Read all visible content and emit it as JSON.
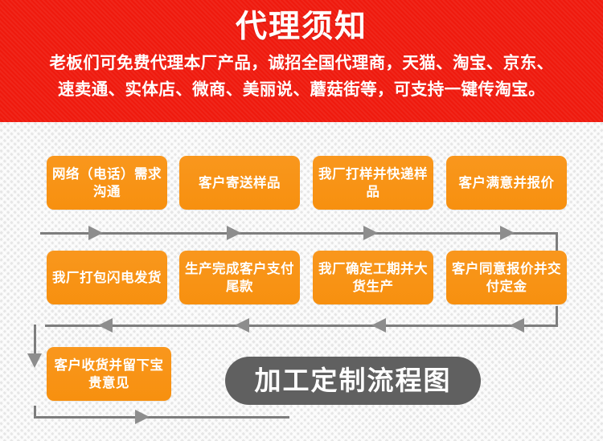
{
  "header": {
    "title": "代理须知",
    "subtitle_lines": [
      "老板们可免费代理本厂产品，诚招全国代理商，天猫、淘宝、京东、",
      "速卖通、实体店、微商、美丽说、蘑菇街等，可支持一键传淘宝。"
    ],
    "background_color": "#ef1a0e",
    "text_color": "#ffffff"
  },
  "flowchart": {
    "title_pill": {
      "label": "加工定制流程图",
      "background_color": "#606060",
      "text_color": "#ffffff"
    },
    "node_color": "#f7941d",
    "connector_color": "#7d7d7d",
    "rows": [
      {
        "direction": "left-to-right",
        "nodes": [
          {
            "label": "网络（电话）需求沟通"
          },
          {
            "label": "客户寄送样品"
          },
          {
            "label": "我厂打样并快递样品"
          },
          {
            "label": "客户满意并报价"
          }
        ]
      },
      {
        "direction": "right-to-left",
        "nodes": [
          {
            "label": "我厂打包闪电发货"
          },
          {
            "label": "生产完成客户支付尾款"
          },
          {
            "label": "我厂确定工期并大货生产"
          },
          {
            "label": "客户同意报价并交付定金"
          }
        ]
      },
      {
        "direction": "left-to-right",
        "nodes": [
          {
            "label": "客户收货并留下宝贵意见"
          }
        ]
      }
    ]
  }
}
